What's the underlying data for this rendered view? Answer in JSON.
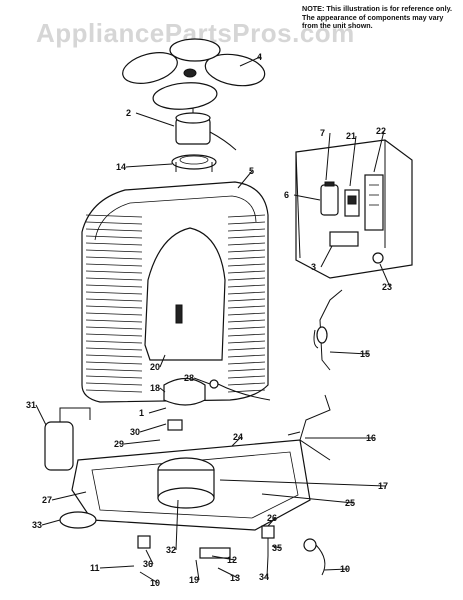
{
  "watermark": "AppliancePartsPros.com",
  "note": "NOTE: This illustration is for reference only. The appearance of components may vary from the unit shown.",
  "callouts": [
    {
      "id": "c4",
      "text": "4"
    },
    {
      "id": "c2",
      "text": "2"
    },
    {
      "id": "c14",
      "text": "14"
    },
    {
      "id": "c5",
      "text": "5"
    },
    {
      "id": "c7",
      "text": "7"
    },
    {
      "id": "c21",
      "text": "21"
    },
    {
      "id": "c22",
      "text": "22"
    },
    {
      "id": "c6",
      "text": "6"
    },
    {
      "id": "c3",
      "text": "3"
    },
    {
      "id": "c23",
      "text": "23"
    },
    {
      "id": "c15",
      "text": "15"
    },
    {
      "id": "c20",
      "text": "20"
    },
    {
      "id": "c18",
      "text": "18"
    },
    {
      "id": "c28",
      "text": "28"
    },
    {
      "id": "c31",
      "text": "31"
    },
    {
      "id": "c1",
      "text": "1"
    },
    {
      "id": "c30",
      "text": "30"
    },
    {
      "id": "c29",
      "text": "29"
    },
    {
      "id": "c24",
      "text": "24"
    },
    {
      "id": "c16",
      "text": "16"
    },
    {
      "id": "c17",
      "text": "17"
    },
    {
      "id": "c27",
      "text": "27"
    },
    {
      "id": "c25",
      "text": "25"
    },
    {
      "id": "c33",
      "text": "33"
    },
    {
      "id": "c26",
      "text": "26"
    },
    {
      "id": "c32",
      "text": "32"
    },
    {
      "id": "c35",
      "text": "35"
    },
    {
      "id": "c11",
      "text": "11"
    },
    {
      "id": "c12",
      "text": "12"
    },
    {
      "id": "c36",
      "text": "36"
    },
    {
      "id": "c10a",
      "text": "10"
    },
    {
      "id": "c19",
      "text": "19"
    },
    {
      "id": "c13",
      "text": "13"
    },
    {
      "id": "c34",
      "text": "34"
    },
    {
      "id": "c10b",
      "text": "10"
    }
  ]
}
